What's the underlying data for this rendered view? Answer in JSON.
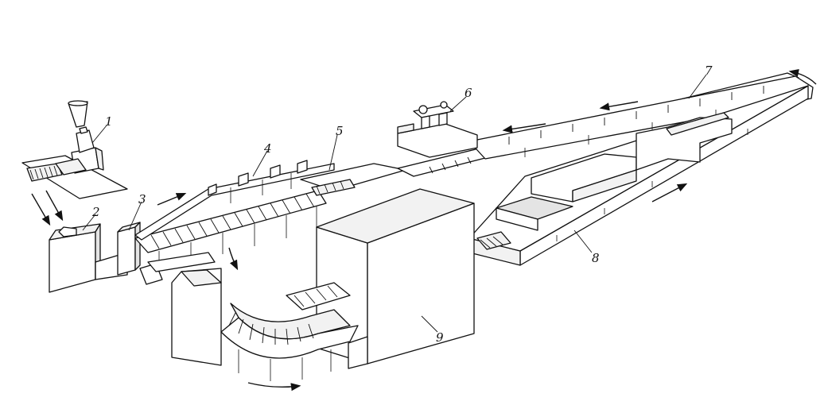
{
  "figure": {
    "callouts": [
      {
        "id": "1",
        "label": "1"
      },
      {
        "id": "2",
        "label": "2"
      },
      {
        "id": "3",
        "label": "3"
      },
      {
        "id": "4",
        "label": "4"
      },
      {
        "id": "5",
        "label": "5"
      },
      {
        "id": "6",
        "label": "6"
      },
      {
        "id": "7",
        "label": "7"
      },
      {
        "id": "8",
        "label": "8"
      },
      {
        "id": "9",
        "label": "9"
      }
    ],
    "flow_arrows": [
      "arrow-1",
      "arrow-2",
      "arrow-3",
      "arrow-4",
      "arrow-5",
      "arrow-6",
      "arrow-7",
      "arrow-8"
    ],
    "line_color": "#111111",
    "background": "#ffffff"
  }
}
